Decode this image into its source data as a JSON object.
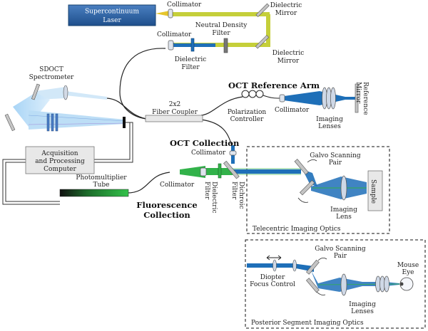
{
  "labels": {
    "laser": [
      "Supercontinuum",
      "Laser"
    ],
    "collimator": "Collimator",
    "dielectric_mirror": [
      "Dielectric",
      "Mirror"
    ],
    "neutral_density_filter": [
      "Neutral Density",
      "Filter"
    ],
    "dielectric_filter": [
      "Dielectric",
      "Filter"
    ],
    "sdoct_spectrometer": [
      "SDOCT",
      "Spectrometer"
    ],
    "fiber_coupler": [
      "2x2",
      "Fiber Coupler"
    ],
    "oct_reference_arm": "OCT Reference Arm",
    "polarization_controller": [
      "Polarization",
      "Controller"
    ],
    "imaging_lenses": [
      "Imaging",
      "Lenses"
    ],
    "reference_mirror": [
      "Reference",
      "Mirror"
    ],
    "acquisition_computer": [
      "Acquisition",
      "and Processing",
      "Computer"
    ],
    "oct_collection": "OCT Collection",
    "galvo_scanning_pair": [
      "Galvo Scanning",
      "Pair"
    ],
    "sample": "Sample",
    "photomultiplier_tube": [
      "Photomultiplier",
      "Tube"
    ],
    "fluorescence_collection": [
      "Fluorescence",
      "Collection"
    ],
    "dichroic_filter": [
      "Dichroic",
      "Filter"
    ],
    "imaging_lens": [
      "Imaging",
      "Lens"
    ],
    "telecentric_optics": "Telecentric Imaging Optics",
    "diopter_focus_control": [
      "Diopter",
      "Focus Control"
    ],
    "mouse_eye": [
      "Mouse",
      "Eye"
    ],
    "posterior_optics": "Posterior Segment Imaging Optics"
  },
  "colors": {
    "laser_box": "#2a5fa0",
    "beam_blue": "#1e6fb8",
    "beam_green": "#32b24a",
    "beam_yellow_green": "#c5cf3a",
    "fiber": "#222222",
    "lens": "#cfd8e6",
    "box_fill": "#e8e8e8"
  }
}
